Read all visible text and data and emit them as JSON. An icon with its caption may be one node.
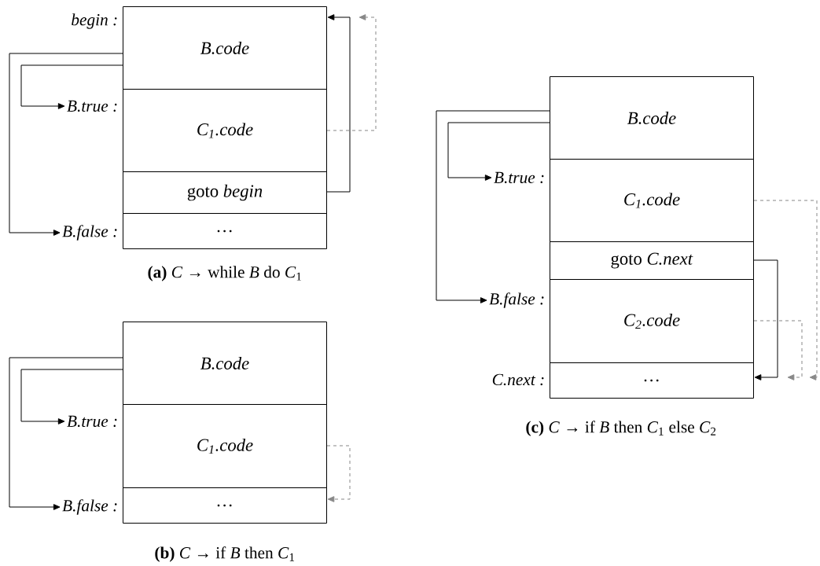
{
  "diagram": {
    "nodes": [
      {
        "text": [
          "B.code"
        ],
        "beside": [
          "begin :"
        ]
      },
      {
        "text": [
          "C$_{1}$.code"
        ],
        "beside": [
          "B.true :"
        ]
      },
      {
        "text": [
          "goto *begin*"
        ]
      },
      {
        "text": [
          "…"
        ],
        "beside": [
          "B.false :"
        ]
      },
      {
        "text": [
          "B.code"
        ]
      },
      {
        "text": [
          "C$_{1}$.code"
        ],
        "beside": [
          "B.true :"
        ]
      },
      {
        "text": [
          "…"
        ],
        "beside": [
          "B.false :"
        ]
      },
      {
        "text": [
          "B.code"
        ]
      },
      {
        "text": [
          "C$_{1}$.code"
        ],
        "beside": [
          "B.true :"
        ]
      },
      {
        "text": [
          "goto *C.next*"
        ]
      },
      {
        "text": [
          "C$_{2}$.code"
        ],
        "beside": [
          "B.false :"
        ]
      },
      {
        "text": [
          "…"
        ],
        "beside": [
          "C.next :"
        ]
      }
    ],
    "edges": [
      {
        "from": 0,
        "to": 1,
        "arrow": "to"
      },
      {
        "from": 0,
        "to": 3,
        "arrow": "to"
      },
      {
        "from": 2,
        "to": 0,
        "arrow": "to"
      },
      {
        "from": 1,
        "to": 0,
        "arrow": "to",
        "style": "dashed",
        "color": "#888888"
      },
      {
        "from": 4,
        "to": 5,
        "arrow": "to"
      },
      {
        "from": 4,
        "to": 6,
        "arrow": "to"
      },
      {
        "from": 5,
        "to": 6,
        "arrow": "to",
        "style": "dashed",
        "color": "#888888"
      },
      {
        "from": 7,
        "to": 8,
        "arrow": "to"
      },
      {
        "from": 7,
        "to": 10,
        "arrow": "to"
      },
      {
        "from": 9,
        "to": 11,
        "arrow": "to"
      },
      {
        "from": 10,
        "to": 11,
        "arrow": "to",
        "style": "dashed",
        "color": "#888888"
      },
      {
        "from": 8,
        "to": 11,
        "arrow": "to",
        "style": "dashed",
        "color": "#888888"
      }
    ],
    "labels": [
      "**(a)** *C* → while *B* do *C*$_{1}$",
      "**(c)** *C* → if *B* then *C*$_{1}$ else *C*$_{2}$",
      "**(b)** *C* → if *B* then *C*$_{1}$"
    ]
  }
}
